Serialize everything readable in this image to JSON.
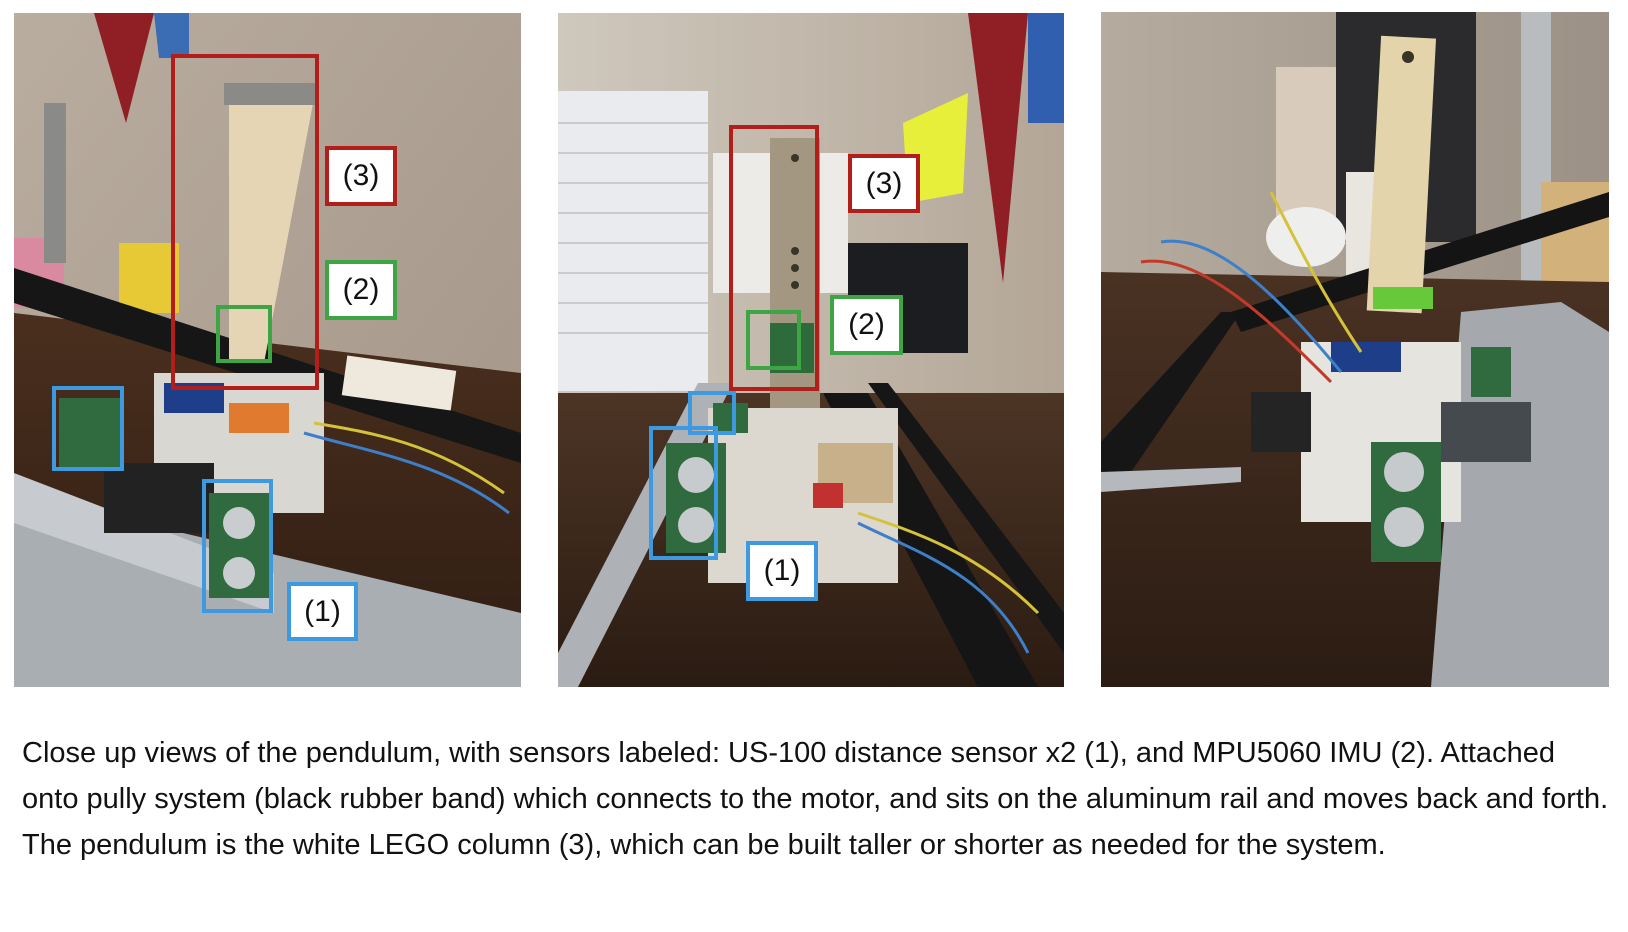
{
  "photos": [
    {
      "scene": "left-angle-view",
      "labels": {
        "pendulum": "(3)",
        "imu": "(2)",
        "distance_sensor": "(1)"
      }
    },
    {
      "scene": "front-view",
      "labels": {
        "pendulum": "(3)",
        "imu": "(2)",
        "distance_sensor": "(1)"
      }
    },
    {
      "scene": "rear-angle-view"
    }
  ],
  "label_colors": {
    "pendulum": "#b21e1a",
    "imu": "#3ea545",
    "distance_sensor": "#3d9ae0"
  },
  "caption": "Close up views of the pendulum, with sensors labeled: US-100 distance sensor x2 (1), and MPU5060 IMU (2). Attached onto pully system (black rubber band) which connects to the motor, and sits on the aluminum rail and moves back and forth. The pendulum is the white LEGO column (3), which can be built taller or shorter as needed for the system."
}
